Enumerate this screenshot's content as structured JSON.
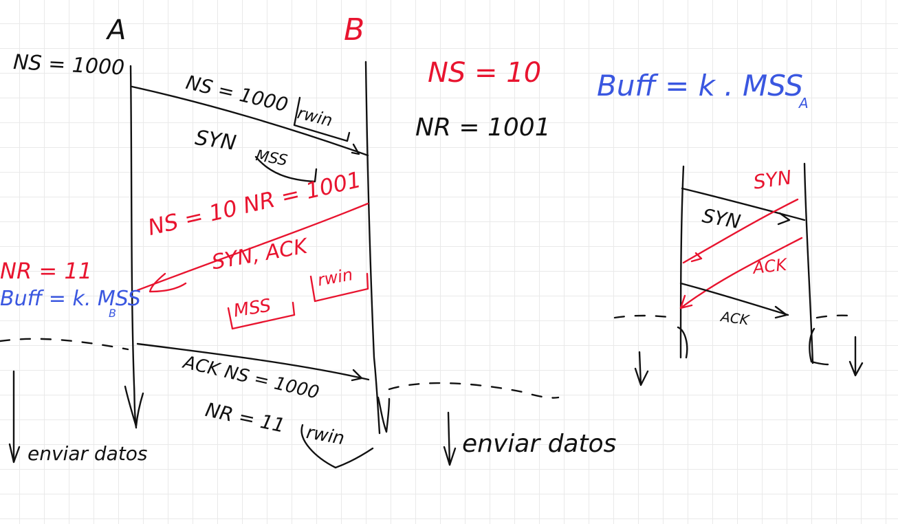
{
  "colors": {
    "ink": "#111111",
    "red": "#e8142f",
    "blue": "#3a57e0",
    "grid": "#e9e9e9"
  },
  "hosts": {
    "a": "A",
    "b": "B"
  },
  "annotations": {
    "ns_a_initial": "NS = 1000",
    "ns_b": "NS = 10",
    "nr_b": "NR = 1001",
    "buff_b": "Buff = k . MSS",
    "buff_b_sub": "A",
    "nr_a": "NR = 11",
    "buff_a": "Buff = k. MSS",
    "buff_a_sub": "B"
  },
  "segments": {
    "syn": {
      "ns": "NS = 1000",
      "window": "rwin",
      "flags": "SYN",
      "option": "MSS"
    },
    "synack": {
      "seq": "NS = 10  NR = 1001",
      "flags": "SYN, ACK",
      "option": "MSS",
      "window": "rwin"
    },
    "ack": {
      "seq": "ACK  NS = 1000",
      "nr": "NR = 11",
      "window": "rwin"
    }
  },
  "send_data": {
    "a": "enviar datos",
    "b": "enviar datos"
  },
  "mini": {
    "syn_black": "SYN",
    "syn_red": "SYN",
    "ack_red": "ACK",
    "ack_black": "ACK"
  }
}
